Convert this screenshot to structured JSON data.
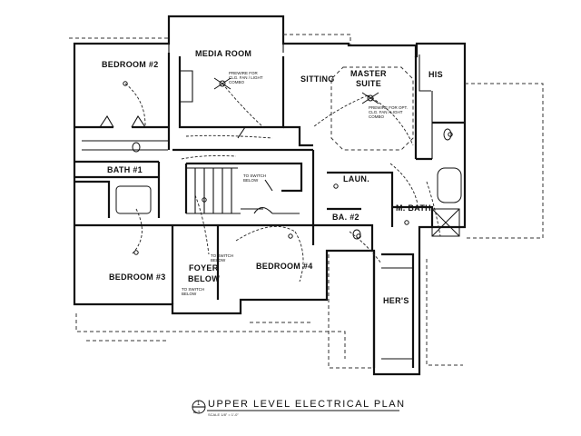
{
  "rooms": {
    "bedroom2": "BEDROOM #2",
    "media": "MEDIA ROOM",
    "sitting": "SITTING",
    "master1": "MASTER",
    "master2": "SUITE",
    "his": "HIS",
    "bath1": "BATH #1",
    "laun": "LAUN.",
    "ba2": "BA. #2",
    "mbath": "M. BATH",
    "bedroom3": "BEDROOM #3",
    "foyer1": "FOYER",
    "foyer2": "BELOW",
    "bedroom4": "BEDROOM #4",
    "hers": "HER'S"
  },
  "notes": {
    "prewire_media_1": "PREWIRE FOR",
    "prewire_media_2": "CLG. FAN / LIGHT",
    "prewire_media_3": "COMBO",
    "prewire_master_1": "PREWIRE FOR OPT.",
    "prewire_master_2": "CLG. FAN / LIGHT",
    "prewire_master_3": "COMBO",
    "switch_below_1": "TO SWITCH",
    "switch_below_2": "BELOW",
    "switch_below_3": "TO SWITCH",
    "switch_below_4": "BELOW",
    "switch_below_5": "TO SWITCH",
    "switch_below_6": "BELOW"
  },
  "title": {
    "number": "1",
    "sheet": "E-3",
    "text": "UPPER LEVEL ELECTRICAL PLAN",
    "scale": "SCALE 1/8\" = 1'-0\""
  }
}
